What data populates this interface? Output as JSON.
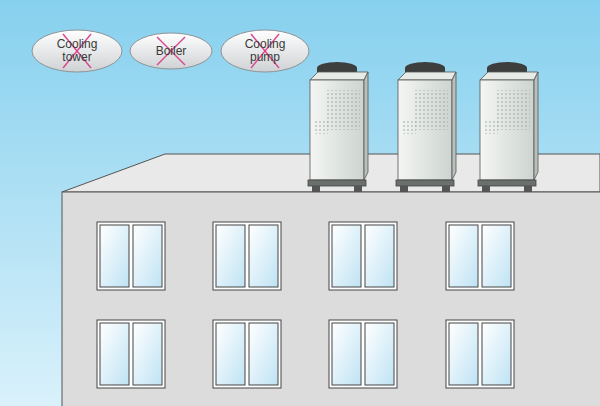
{
  "diagram": {
    "nodes": [
      {
        "text": [
          "Cooling tower"
        ]
      },
      {
        "text": [
          "Boiler"
        ]
      },
      {
        "text": [
          "Cooling pump"
        ]
      }
    ]
  }
}
